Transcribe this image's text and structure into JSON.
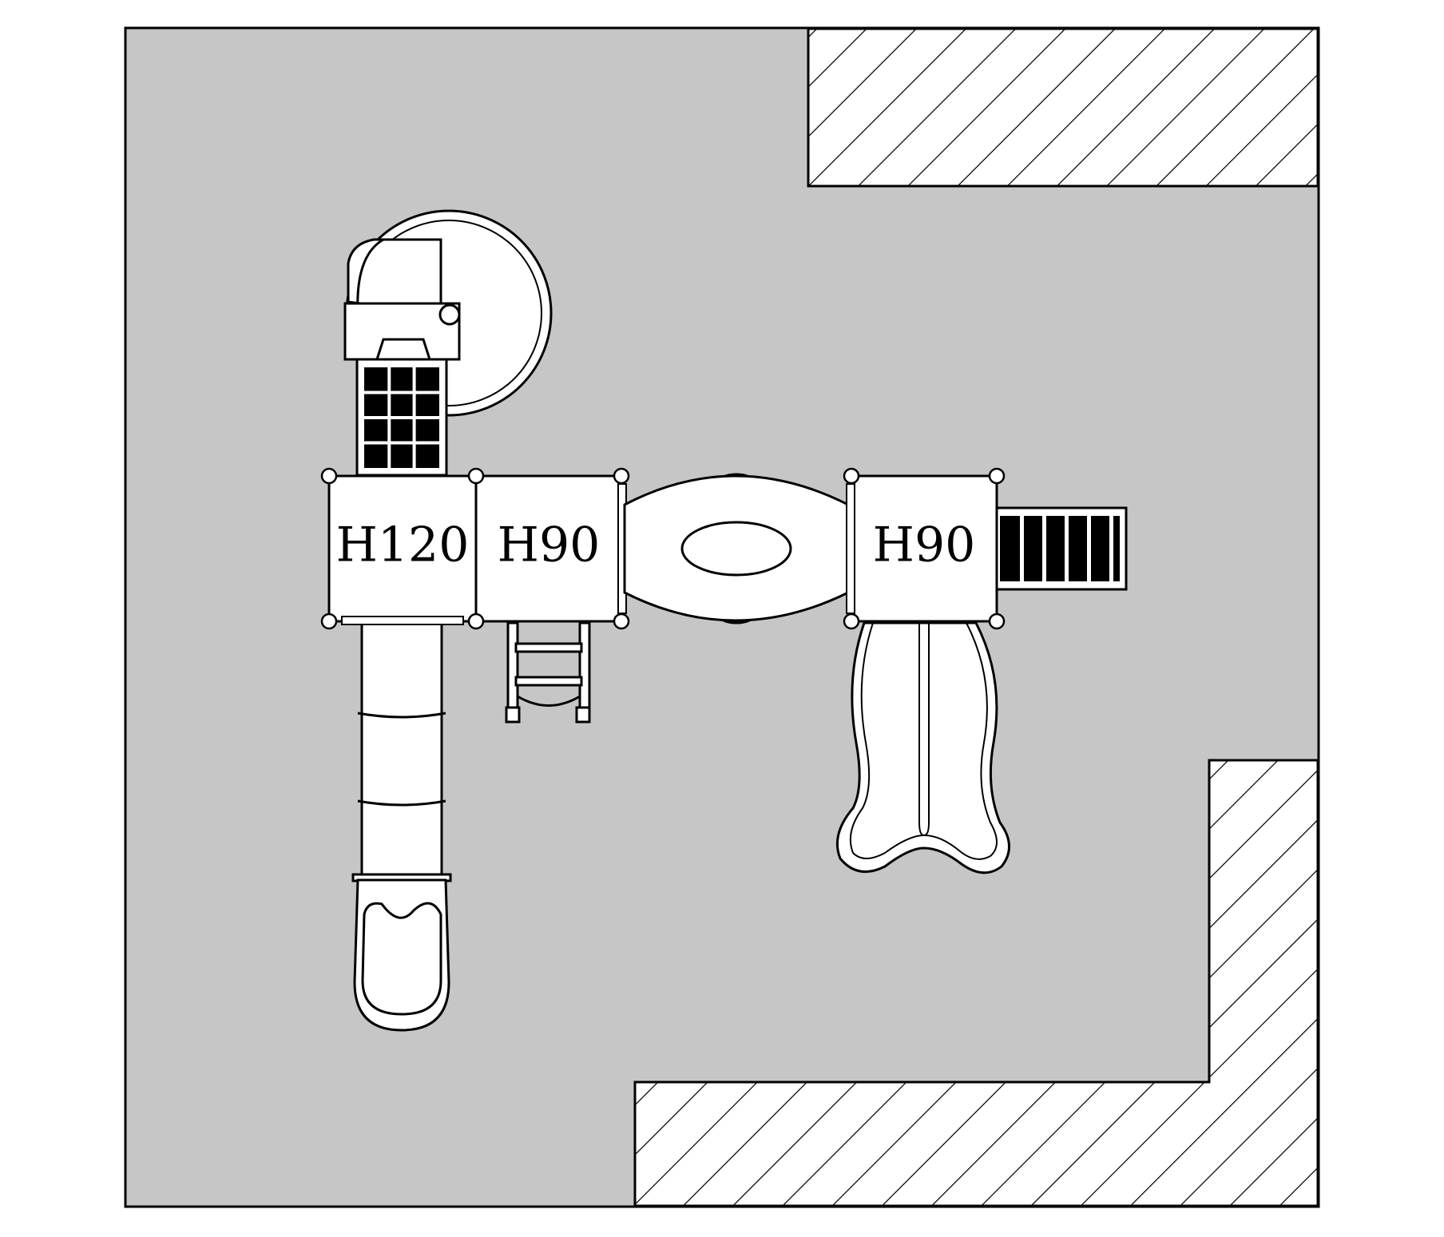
{
  "colors": {
    "background": "#ffffff",
    "play_area": "#c6c6c6",
    "equipment_fill": "#ffffff",
    "stroke": "#000000",
    "dark_panel": "#000000"
  },
  "platforms": [
    {
      "label": "H120"
    },
    {
      "label": "H90"
    },
    {
      "label": "H90"
    }
  ]
}
